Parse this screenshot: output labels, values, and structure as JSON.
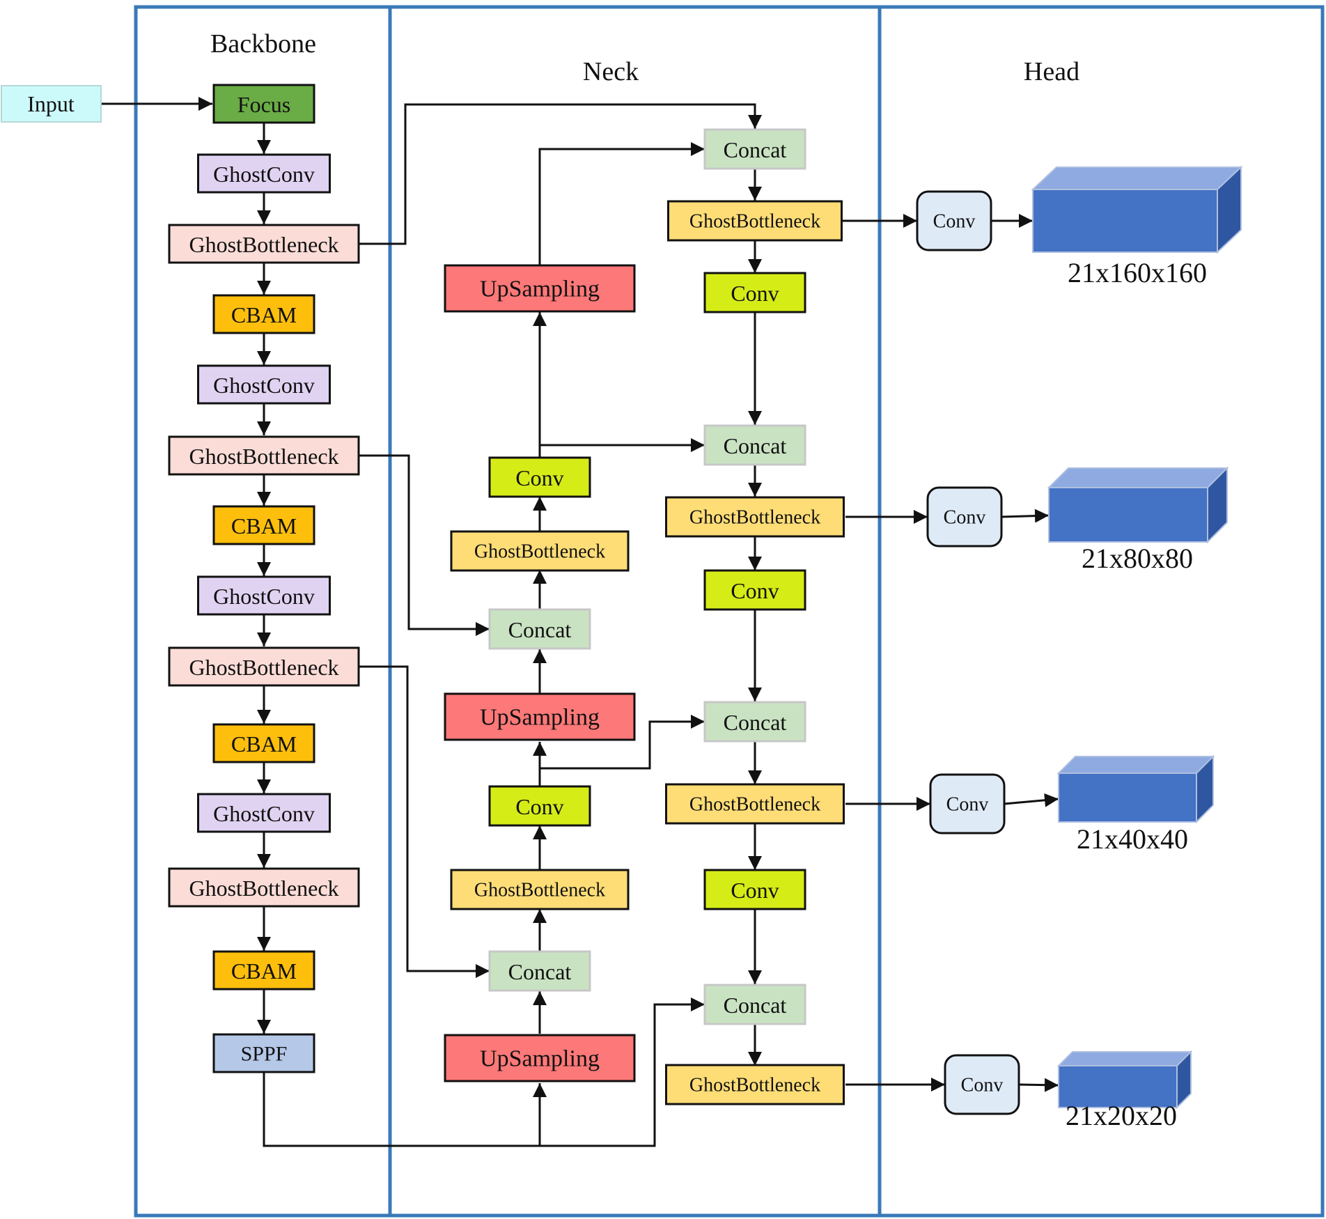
{
  "sections": {
    "backbone": "Backbone",
    "neck": "Neck",
    "head": "Head"
  },
  "input_label": "Input",
  "backbone_blocks": [
    {
      "id": "focus",
      "label": "Focus",
      "kind": "focus"
    },
    {
      "id": "bb-ghostconv-1",
      "label": "GhostConv",
      "kind": "ghostconv"
    },
    {
      "id": "bb-ghostbottleneck-1",
      "label": "GhostBottleneck",
      "kind": "ghostbottleneck"
    },
    {
      "id": "bb-cbam-1",
      "label": "CBAM",
      "kind": "cbam"
    },
    {
      "id": "bb-ghostconv-2",
      "label": "GhostConv",
      "kind": "ghostconv"
    },
    {
      "id": "bb-ghostbottleneck-2",
      "label": "GhostBottleneck",
      "kind": "ghostbottleneck"
    },
    {
      "id": "bb-cbam-2",
      "label": "CBAM",
      "kind": "cbam"
    },
    {
      "id": "bb-ghostconv-3",
      "label": "GhostConv",
      "kind": "ghostconv"
    },
    {
      "id": "bb-ghostbottleneck-3",
      "label": "GhostBottleneck",
      "kind": "ghostbottleneck"
    },
    {
      "id": "bb-cbam-3",
      "label": "CBAM",
      "kind": "cbam"
    },
    {
      "id": "bb-ghostconv-4",
      "label": "GhostConv",
      "kind": "ghostconv"
    },
    {
      "id": "bb-ghostbottleneck-4",
      "label": "GhostBottleneck",
      "kind": "ghostbottleneck"
    },
    {
      "id": "bb-cbam-4",
      "label": "CBAM",
      "kind": "cbam"
    },
    {
      "id": "sppf",
      "label": "SPPF",
      "kind": "sppf"
    }
  ],
  "neck_left_blocks": [
    {
      "id": "nl-upsampling-1",
      "label": "UpSampling",
      "kind": "upsampling"
    },
    {
      "id": "nl-conv-1",
      "label": "Conv",
      "kind": "conv"
    },
    {
      "id": "nl-ghostbottleneck-1",
      "label": "GhostBottleneck",
      "kind": "ghostbottleneck_y"
    },
    {
      "id": "nl-concat-1",
      "label": "Concat",
      "kind": "concat"
    },
    {
      "id": "nl-upsampling-2",
      "label": "UpSampling",
      "kind": "upsampling"
    },
    {
      "id": "nl-conv-2",
      "label": "Conv",
      "kind": "conv"
    },
    {
      "id": "nl-ghostbottleneck-2",
      "label": "GhostBottleneck",
      "kind": "ghostbottleneck_y"
    },
    {
      "id": "nl-concat-2",
      "label": "Concat",
      "kind": "concat"
    },
    {
      "id": "nl-upsampling-3",
      "label": "UpSampling",
      "kind": "upsampling"
    }
  ],
  "neck_right_blocks": [
    {
      "id": "nr-concat-1",
      "label": "Concat",
      "kind": "concat"
    },
    {
      "id": "nr-ghostbottleneck-1",
      "label": "GhostBottleneck",
      "kind": "ghostbottleneck_y"
    },
    {
      "id": "nr-conv-1",
      "label": "Conv",
      "kind": "conv"
    },
    {
      "id": "nr-concat-2",
      "label": "Concat",
      "kind": "concat"
    },
    {
      "id": "nr-ghostbottleneck-2",
      "label": "GhostBottleneck",
      "kind": "ghostbottleneck_y"
    },
    {
      "id": "nr-conv-2",
      "label": "Conv",
      "kind": "conv"
    },
    {
      "id": "nr-concat-3",
      "label": "Concat",
      "kind": "concat"
    },
    {
      "id": "nr-ghostbottleneck-3",
      "label": "GhostBottleneck",
      "kind": "ghostbottleneck_y"
    },
    {
      "id": "nr-conv-3",
      "label": "Conv",
      "kind": "conv"
    },
    {
      "id": "nr-concat-4",
      "label": "Concat",
      "kind": "concat"
    },
    {
      "id": "nr-ghostbottleneck-4",
      "label": "GhostBottleneck",
      "kind": "ghostbottleneck_y"
    }
  ],
  "head_outputs": [
    {
      "conv_label": "Conv",
      "dims": "21x160x160"
    },
    {
      "conv_label": "Conv",
      "dims": "21x80x80"
    },
    {
      "conv_label": "Conv",
      "dims": "21x40x40"
    },
    {
      "conv_label": "Conv",
      "dims": "21x20x20"
    }
  ],
  "colors": {
    "panel_border": "#3a79b8",
    "input": "#ccfafa",
    "focus": "#6aac45",
    "ghostconv": "#e0d3f2",
    "ghostbottleneck": "#fbdcd7",
    "cbam": "#fdbf0c",
    "sppf": "#b5c8e8",
    "upsampling": "#fd7878",
    "conv": "#d6ec17",
    "ghostbottleneck_y": "#fedd77",
    "concat": "#c9e3c2",
    "head_conv": "#deebf7",
    "cube_front": "#4472c4",
    "cube_top": "#8eaae0",
    "cube_side": "#2f56a0"
  }
}
